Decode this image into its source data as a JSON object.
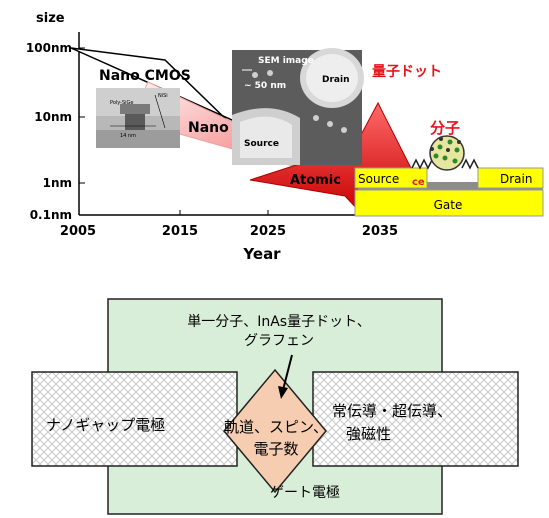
{
  "upper_chart": {
    "y_axis_title": "size",
    "y_ticks": [
      "100nm",
      "10nm",
      "1nm",
      "0.1nm"
    ],
    "x_ticks": [
      "2005",
      "2015",
      "2025",
      "2035"
    ],
    "x_axis_title": "Year",
    "labels": {
      "nano_cmos": "Nano CMOS",
      "nano": "Nano",
      "atomic": "Atomic",
      "quantum_dot": "量子ドット",
      "molecule": "分子"
    },
    "inset_tem": {
      "poly": "Poly-SiGe",
      "nisi": "NiSi",
      "gate_len": "14 nm"
    },
    "inset_sem": {
      "title": "SEM image",
      "scale": "~ 50 nm",
      "drain": "Drain",
      "source": "Source"
    },
    "device": {
      "source": "Source",
      "drain": "Drain",
      "gate": "Gate",
      "overlap_fragment": "ce"
    }
  },
  "lower_diagram": {
    "top_text_line1": "単一分子、InAs量子ドット、",
    "top_text_line2": "グラフェン",
    "left_box": "ナノギャップ電極",
    "right_box_line1": "常伝導・超伝導、",
    "right_box_line2": "強磁性",
    "center_line1": "軌道、スピン、",
    "center_line2": "電子数",
    "gate_label": "ゲート電極"
  },
  "colors": {
    "red": "#e8141b",
    "gate_green": "#d9eed8",
    "yellow": "#ffff00",
    "diamond_fill": "#f7cdb2"
  }
}
